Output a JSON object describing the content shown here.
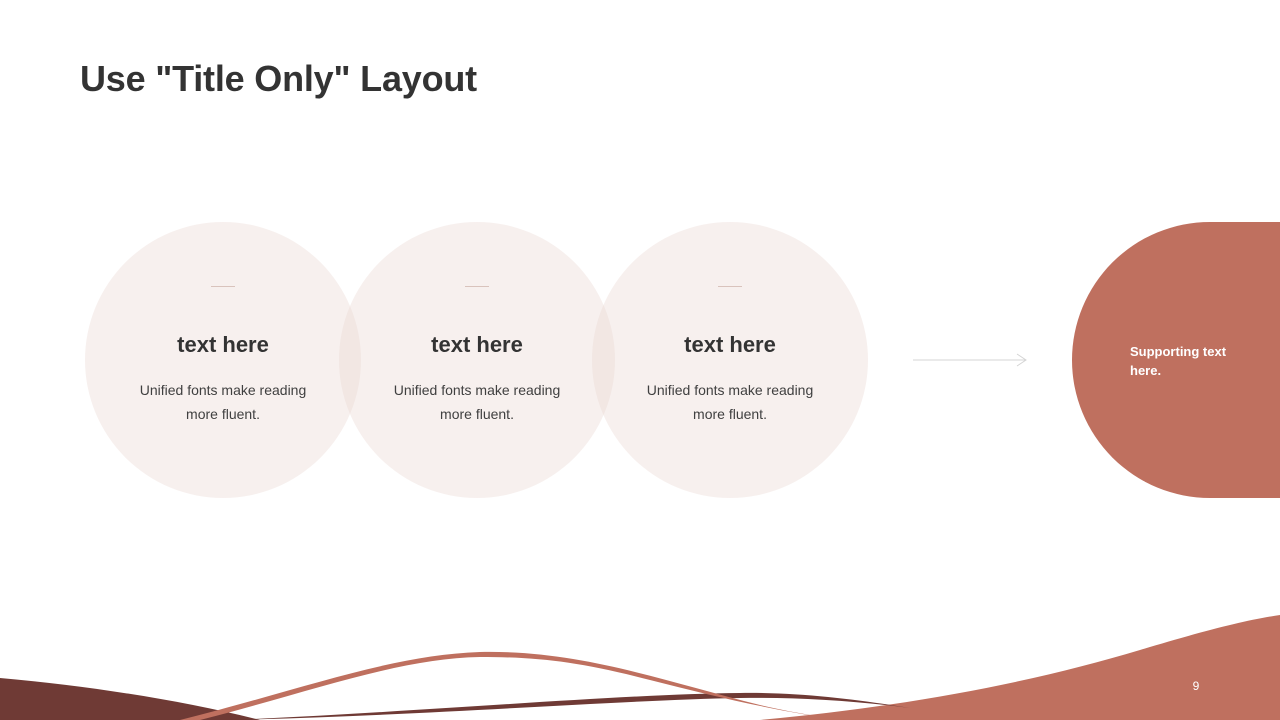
{
  "slide": {
    "title": "Use \"Title Only\" Layout",
    "page_number": "9",
    "colors": {
      "accent": "#bf705f",
      "dark_accent": "#6f3a35",
      "circle_fill": "#f6efec",
      "title_text": "#333333"
    }
  },
  "steps": [
    {
      "heading": "text here",
      "body": "Unified  fonts make reading more fluent."
    },
    {
      "heading": "text here",
      "body": "Unified  fonts make reading more fluent."
    },
    {
      "heading": "text here",
      "body": "Unified  fonts make reading more fluent."
    }
  ],
  "callout": {
    "text": "Supporting text here."
  },
  "icons": {
    "arrow": "arrow-right-icon"
  }
}
